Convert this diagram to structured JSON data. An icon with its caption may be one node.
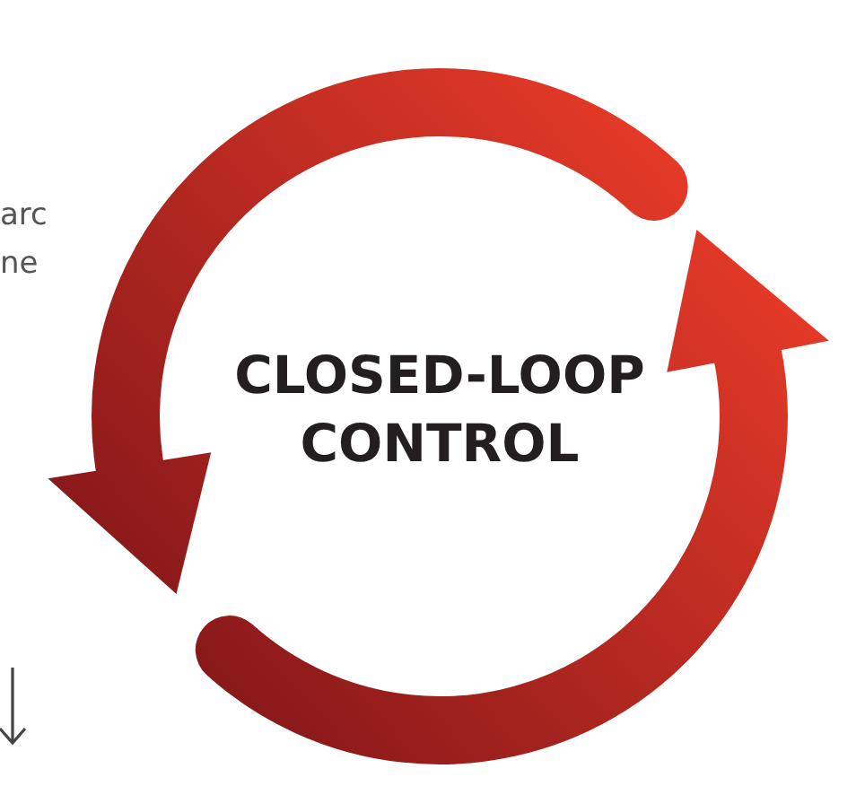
{
  "diagram": {
    "nodes": [
      {
        "text": [
          "CLOSED-LOOP CONTROL"
        ]
      }
    ],
    "labels": [
      "arc",
      "ne"
    ]
  }
}
